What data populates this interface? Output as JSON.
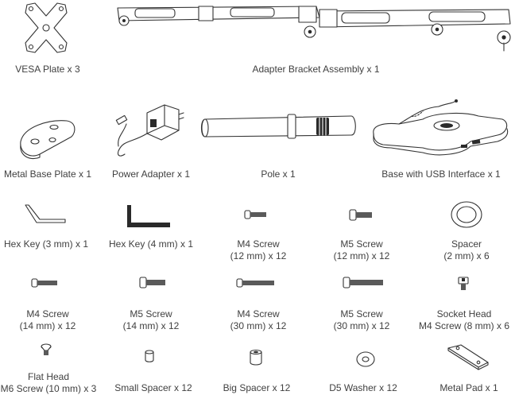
{
  "parts": {
    "vesa_plate": "VESA Plate x 3",
    "adapter_bracket": "Adapter Bracket Assembly x 1",
    "metal_base_plate": "Metal Base Plate x 1",
    "power_adapter": "Power Adapter x 1",
    "pole": "Pole x 1",
    "base_usb": "Base with USB Interface x 1",
    "hex_key_3": "Hex Key (3 mm) x 1",
    "hex_key_4": "Hex Key (4 mm) x 1",
    "m4_screw_12": {
      "line1": "M4 Screw",
      "line2": "(12 mm) x 12"
    },
    "m5_screw_12": {
      "line1": "M5 Screw",
      "line2": "(12 mm) x 12"
    },
    "spacer_2": {
      "line1": "Spacer",
      "line2": "(2 mm) x 6"
    },
    "m4_screw_14": {
      "line1": "M4 Screw",
      "line2": "(14 mm) x 12"
    },
    "m5_screw_14": {
      "line1": "M5 Screw",
      "line2": "(14 mm) x 12"
    },
    "m4_screw_30": {
      "line1": "M4 Screw",
      "line2": "(30 mm) x 12"
    },
    "m5_screw_30": {
      "line1": "M5 Screw",
      "line2": "(30 mm) x 12"
    },
    "socket_head": {
      "line1": "Socket Head",
      "line2": "M4 Screw (8 mm) x 6"
    },
    "flat_head": {
      "line1": "Flat Head",
      "line2": "M6 Screw (10 mm) x 3"
    },
    "small_spacer": "Small Spacer x 12",
    "big_spacer": "Big Spacer x 12",
    "d5_washer": "D5 Washer x 12",
    "metal_pad": "Metal Pad x 1"
  }
}
